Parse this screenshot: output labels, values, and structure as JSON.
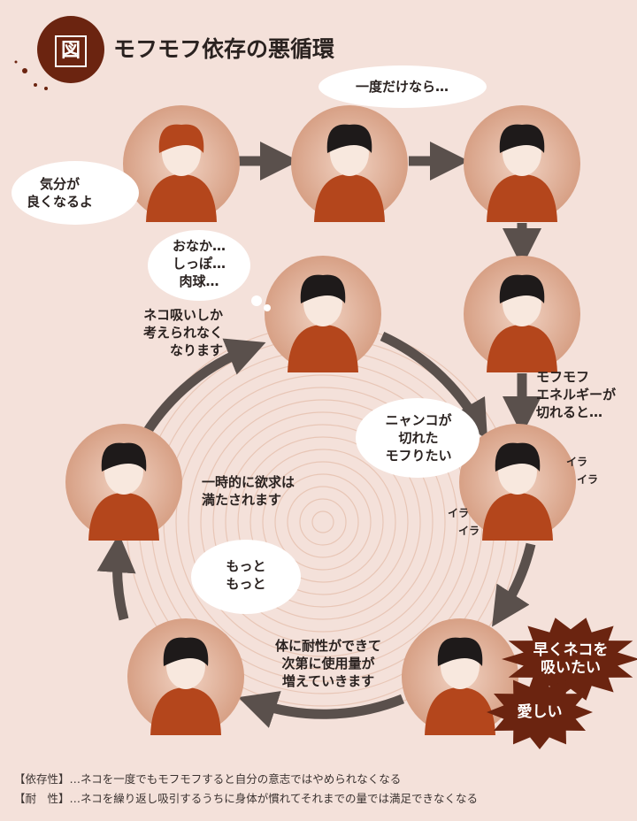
{
  "header": {
    "badge": "図",
    "title": "モフモフ依存の悪循環"
  },
  "bubbles": {
    "feel_good": "気分が\n良くなるよ",
    "just_once": "一度だけなら…",
    "thoughts": "おなか…\nしっぽ…\n肉球…",
    "nyanko": "ニャンコが\n切れた\nモフりたい",
    "more": "もっと\nもっと",
    "want_cat": "早くネコを\n吸いたい",
    "beloved": "愛しい"
  },
  "captions": {
    "only_cat": "ネコ吸いしか\n考えられなく\nなります",
    "energy": "モフモフ\nエネルギーが\n切れると…",
    "satisfied": "一時的に欲求は\n満たされます",
    "tolerance": "体に耐性ができて\n次第に使用量が\n増えていきます",
    "ira1": "イラ\n　イラ",
    "ira2": "イラ\n　イラ"
  },
  "notes": [
    "【依存性】…ネコを一度でもモフモフすると自分の意志ではやめられなくなる",
    "【耐　性】…ネコを繰り返し吸引するうちに身体が慣れてそれまでの量では満足できなくなる"
  ],
  "colors": {
    "background": "#f4e1da",
    "circle": "#d9a68c",
    "arrow": "#5a504c",
    "shirt": "#b4461c",
    "hair": "#1e1a1a",
    "accent": "#6b2410"
  }
}
